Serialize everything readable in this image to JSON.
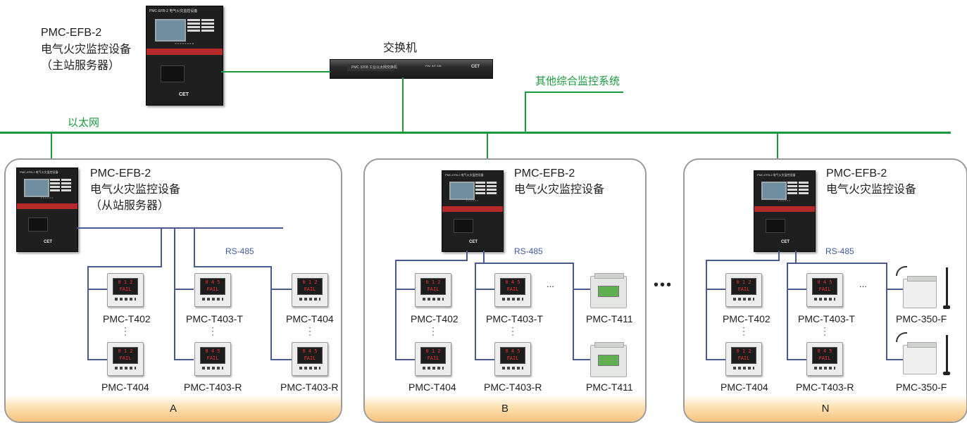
{
  "main_server": {
    "model": "PMC-EFB-2",
    "name": "电气火灾监控设备",
    "role": "（主站服务器）",
    "panel_title": "PMC-EFB-2 电气火灾监控设备",
    "brand": "CET"
  },
  "switch": {
    "label": "交换机",
    "face_text": "PMC 3208 工业以太网交换机",
    "mid_text": "PW/ INT  S/B",
    "brand": "CET"
  },
  "ethernet_label": "以太网",
  "other_system_label": "其他综合监控系统",
  "rs485_label": "RS-485",
  "ellipsis": "...",
  "meter_display": [
    "0 1 2",
    "FAIL"
  ],
  "meter_display_b": [
    "0 4 5",
    "FAIL"
  ],
  "colors": {
    "ethernet_line": "#1a9a3c",
    "rs485_line": "#4a5a8c",
    "panel_footer": "#f6c27c"
  },
  "zones": [
    {
      "id": "A",
      "server": {
        "model": "PMC-EFB-2",
        "name": "电气火灾监控设备",
        "role": "（从站服务器）"
      },
      "devices_top": [
        "PMC-T402",
        "PMC-T403-T",
        "PMC-T404"
      ],
      "devices_bottom": [
        "PMC-T404",
        "PMC-T403-R",
        "PMC-T403-R"
      ]
    },
    {
      "id": "B",
      "server": {
        "model": "PMC-EFB-2",
        "name": "电气火灾监控设备"
      },
      "devices_top": [
        "PMC-T402",
        "PMC-T403-T",
        "PMC-T411"
      ],
      "devices_bottom": [
        "PMC-T404",
        "PMC-T403-R",
        "PMC-T411"
      ]
    },
    {
      "id": "N",
      "server": {
        "model": "PMC-EFB-2",
        "name": "电气火灾监控设备"
      },
      "devices_top": [
        "PMC-T402",
        "PMC-T403-T",
        "PMC-350-F"
      ],
      "devices_bottom": [
        "PMC-T404",
        "PMC-T403-R",
        "PMC-350-F"
      ]
    }
  ],
  "zone_ellipsis": "•••"
}
